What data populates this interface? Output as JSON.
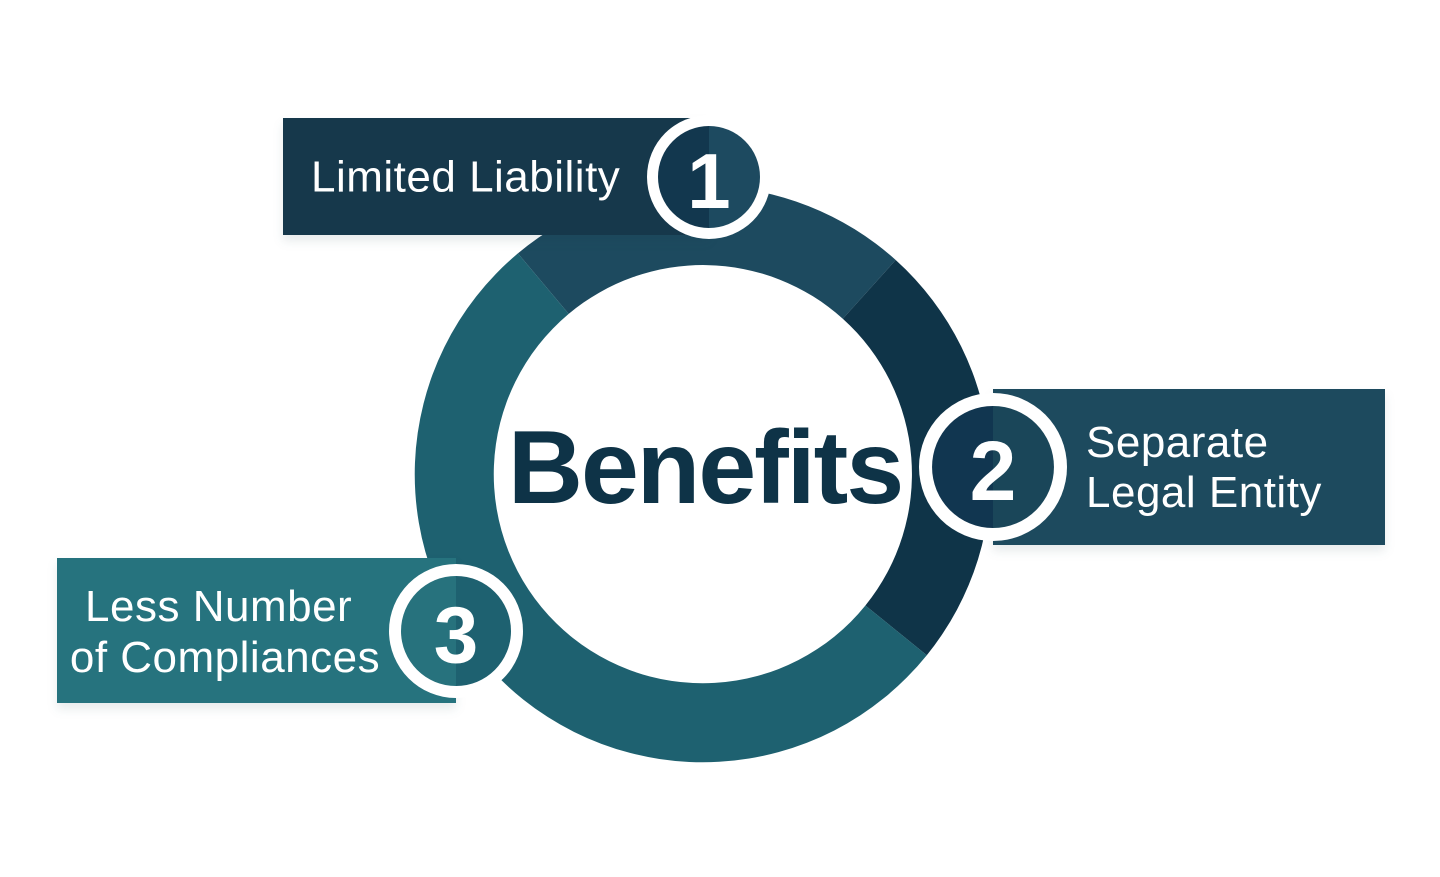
{
  "center_label": "Benefits",
  "items": [
    {
      "number": "1",
      "label_lines": [
        "Limited Liability",
        ""
      ]
    },
    {
      "number": "2",
      "label_lines": [
        "Separate",
        "Legal Entity"
      ]
    },
    {
      "number": "3",
      "label_lines": [
        "Less Number",
        "of Compliances"
      ]
    }
  ],
  "colors": {
    "background": "#ffffff",
    "box_1": "#16384b",
    "box_2": "#1d4a5e",
    "box_3": "#26737e",
    "ring_top": "#1d4a5f",
    "ring_right": "#0f3448",
    "ring_bottom_left": "#1e6170",
    "badge_ring": "#ffffff",
    "badge_1_left": "#12374e",
    "badge_1_right": "#1d4a60",
    "badge_2_left": "#113650",
    "badge_2_right": "#1a4659",
    "badge_3_left": "#27727d",
    "badge_3_right": "#1e6170",
    "label_text": "#ffffff",
    "center_text": "#0e3347"
  }
}
